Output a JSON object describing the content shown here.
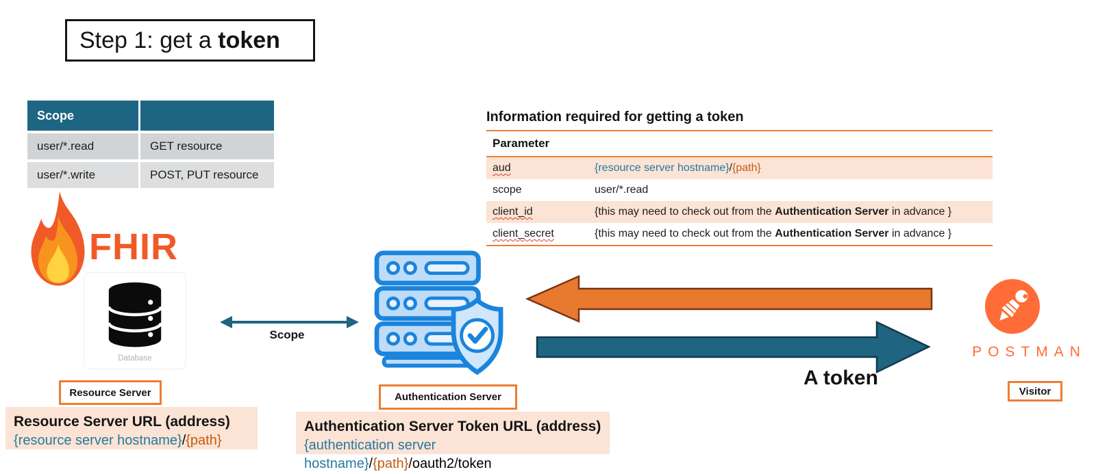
{
  "colors": {
    "table_header_teal": "#1E6583",
    "teal_arrow": "#1F6480",
    "orange_accent": "#ED7D31",
    "orange_text": "#C55A11",
    "teal_text": "#27789E",
    "peach_highlight": "#FBE3D5",
    "row_gray_1": "#D1D4D7",
    "row_gray_2": "#DCDEDF",
    "fhir_orange": "#F05A28",
    "postman_orange": "#FF6C37",
    "server_blue": "#1B84DC"
  },
  "title": {
    "prefix": "Step 1: get a ",
    "bold": "token"
  },
  "scope_table": {
    "header": "Scope",
    "rows": [
      {
        "scope": "user/*.read",
        "desc": "GET resource"
      },
      {
        "scope": "user/*.write",
        "desc": "POST, PUT resource"
      }
    ]
  },
  "info_table": {
    "title": "Information required for getting a token",
    "header": "Parameter",
    "rows": [
      {
        "param": "aud",
        "host": "{resource server hostname}",
        "sep": "/",
        "path": "{path}"
      },
      {
        "param": "scope",
        "value": "user/*.read"
      },
      {
        "param": "client_id",
        "pre": "{this may need to check out from the ",
        "bold": "Authentication Server",
        "post": " in advance }"
      },
      {
        "param": "client_secret",
        "pre": "{this may need to check out from the ",
        "bold": "Authentication Server",
        "post": " in advance }"
      }
    ]
  },
  "fhir": {
    "wordmark": "FHIR"
  },
  "database": {
    "caption": "Database"
  },
  "resource_server": {
    "label": "Resource Server",
    "url_title": "Resource Server URL (address)",
    "url_host": "{resource server hostname}",
    "url_sep": "/",
    "url_path": "{path}"
  },
  "auth_server": {
    "label": "Authentication Server",
    "url_title": "Authentication Server Token URL (address)",
    "url_host": "{authentication server hostname}",
    "url_sep": "/",
    "url_path": "{path}",
    "url_suffix": "/oauth2/token"
  },
  "scope_arrow": {
    "label": "Scope"
  },
  "token_arrow": {
    "label": "A token"
  },
  "postman": {
    "wordmark": "POSTMAN",
    "label": "Visitor"
  }
}
